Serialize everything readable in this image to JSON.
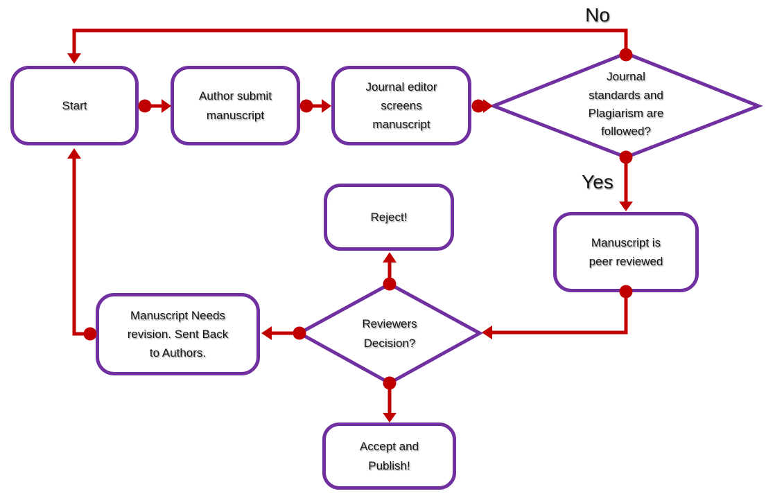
{
  "title": "Manuscript publication process flowchart",
  "colors": {
    "node_border": "#7030A0",
    "connector": "#C00000",
    "text": "#141414",
    "background": "#ffffff"
  },
  "nodes": {
    "start": {
      "label": "Start",
      "type": "rounded-rect"
    },
    "submit": {
      "label": "Author submit\nmanuscript",
      "type": "rounded-rect"
    },
    "screen": {
      "label": "Journal editor\nscreens\nmanuscript",
      "type": "rounded-rect"
    },
    "standards": {
      "label": "Journal\nstandards and\nPlagiarism are\nfollowed?",
      "type": "decision-diamond"
    },
    "peer_review": {
      "label": "Manuscript is\npeer reviewed",
      "type": "rounded-rect"
    },
    "reject": {
      "label": "Reject!",
      "type": "rounded-rect"
    },
    "decision": {
      "label": "Reviewers\nDecision?",
      "type": "decision-diamond"
    },
    "revision": {
      "label": "Manuscript Needs\nrevision. Sent Back\nto Authors.",
      "type": "rounded-rect"
    },
    "accept": {
      "label": "Accept and\nPublish!",
      "type": "rounded-rect"
    }
  },
  "edge_labels": {
    "no": "No",
    "yes": "Yes"
  },
  "edges": [
    {
      "from": "start",
      "to": "submit"
    },
    {
      "from": "submit",
      "to": "screen"
    },
    {
      "from": "screen",
      "to": "standards"
    },
    {
      "from": "standards",
      "to": "start",
      "label": "No"
    },
    {
      "from": "standards",
      "to": "peer_review",
      "label": "Yes"
    },
    {
      "from": "peer_review",
      "to": "decision"
    },
    {
      "from": "decision",
      "to": "reject"
    },
    {
      "from": "decision",
      "to": "revision"
    },
    {
      "from": "decision",
      "to": "accept"
    },
    {
      "from": "revision",
      "to": "start"
    }
  ]
}
